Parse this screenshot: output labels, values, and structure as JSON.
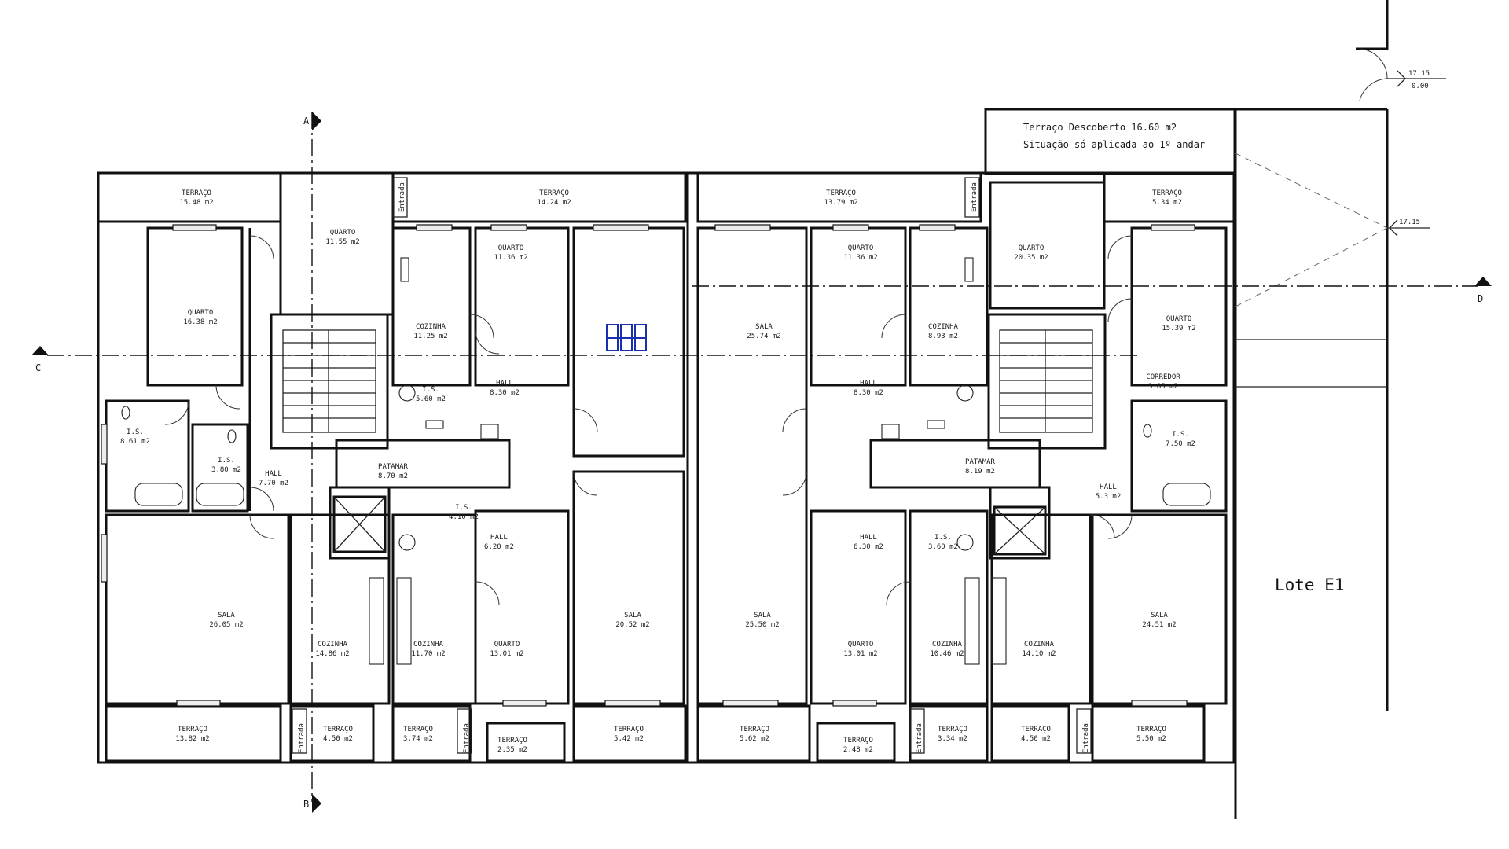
{
  "plan": {
    "terrace_note": {
      "line1": "Terraço Descoberto 16.60 m2",
      "line2": "Situação só aplicada ao 1º andar"
    },
    "lot_label": "Lote E1",
    "section_markers": {
      "a": "A",
      "b": "B",
      "c": "C",
      "d": "D"
    },
    "elevations": {
      "top_level": "17.15",
      "top_zero": "0.00",
      "mid_level": "17.15"
    },
    "entry_label": "Entrada",
    "rooms": [
      {
        "name": "TERRAÇO",
        "area": "15.48 m2"
      },
      {
        "name": "QUARTO",
        "area": "11.55 m2"
      },
      {
        "name": "TERRAÇO",
        "area": "14.24 m2"
      },
      {
        "name": "TERRAÇO",
        "area": "13.79 m2"
      },
      {
        "name": "TERRAÇO",
        "area": "5.34 m2"
      },
      {
        "name": "QUARTO",
        "area": "16.38 m2"
      },
      {
        "name": "QUARTO",
        "area": "11.36 m2"
      },
      {
        "name": "QUARTO",
        "area": "11.36 m2"
      },
      {
        "name": "QUARTO",
        "area": "20.35 m2"
      },
      {
        "name": "QUARTO",
        "area": "15.39 m2"
      },
      {
        "name": "COZINHA",
        "area": "11.25 m2"
      },
      {
        "name": "COZINHA",
        "area": "8.93 m2"
      },
      {
        "name": "SALA",
        "area": "25.74 m2"
      },
      {
        "name": "HALL",
        "area": "8.30 m2"
      },
      {
        "name": "HALL",
        "area": "8.30 m2"
      },
      {
        "name": "I.S.",
        "area": "5.60 m2"
      },
      {
        "name": "I.S.",
        "area": "8.61 m2"
      },
      {
        "name": "I.S.",
        "area": "3.80 m2"
      },
      {
        "name": "CORREDOR",
        "area": "3.85 m2"
      },
      {
        "name": "I.S.",
        "area": "7.50 m2"
      },
      {
        "name": "HALL",
        "area": "7.70 m2"
      },
      {
        "name": "PATAMAR",
        "area": "8.70 m2"
      },
      {
        "name": "PATAMAR",
        "area": "8.19 m2"
      },
      {
        "name": "HALL",
        "area": "5.3 m2"
      },
      {
        "name": "I.S.",
        "area": "4.10 m2"
      },
      {
        "name": "HALL",
        "area": "6.20 m2"
      },
      {
        "name": "HALL",
        "area": "6.30 m2"
      },
      {
        "name": "I.S.",
        "area": "3.60 m2"
      },
      {
        "name": "SALA",
        "area": "26.05 m2"
      },
      {
        "name": "COZINHA",
        "area": "14.86 m2"
      },
      {
        "name": "COZINHA",
        "area": "11.70 m2"
      },
      {
        "name": "QUARTO",
        "area": "13.01 m2"
      },
      {
        "name": "SALA",
        "area": "20.52 m2"
      },
      {
        "name": "SALA",
        "area": "25.50 m2"
      },
      {
        "name": "QUARTO",
        "area": "13.01 m2"
      },
      {
        "name": "COZINHA",
        "area": "10.46 m2"
      },
      {
        "name": "COZINHA",
        "area": "14.10 m2"
      },
      {
        "name": "SALA",
        "area": "24.51 m2"
      },
      {
        "name": "TERRAÇO",
        "area": "13.82 m2"
      },
      {
        "name": "TERRAÇO",
        "area": "4.50 m2"
      },
      {
        "name": "TERRAÇO",
        "area": "3.74 m2"
      },
      {
        "name": "TERRAÇO",
        "area": "2.35 m2"
      },
      {
        "name": "TERRAÇO",
        "area": "5.42 m2"
      },
      {
        "name": "TERRAÇO",
        "area": "5.62 m2"
      },
      {
        "name": "TERRAÇO",
        "area": "2.48 m2"
      },
      {
        "name": "TERRAÇO",
        "area": "3.34 m2"
      },
      {
        "name": "TERRAÇO",
        "area": "4.50 m2"
      },
      {
        "name": "TERRAÇO",
        "area": "5.50 m2"
      }
    ]
  }
}
